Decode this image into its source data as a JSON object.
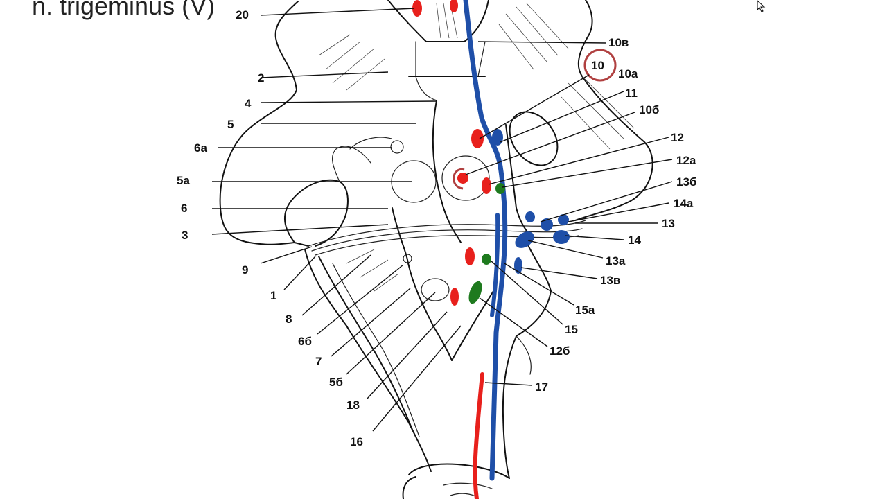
{
  "title": "n. trigeminus (V)",
  "colors": {
    "motor_nucleus_red": "#e8201c",
    "sensory_nucleus_blue": "#1f4fa8",
    "autonomic_nucleus_green": "#1e7a1e",
    "highlight_circle": "#b04040"
  },
  "labels": {
    "l20": "20",
    "l10v": "10в",
    "l10": "10",
    "l10a": "10а",
    "l11": "11",
    "l10b": "10б",
    "l2": "2",
    "l4": "4",
    "l5": "5",
    "l6a": "6а",
    "l5a": "5а",
    "l6": "6",
    "l3": "3",
    "l9": "9",
    "l1": "1",
    "l8": "8",
    "l6b": "6б",
    "l7": "7",
    "l5b": "5б",
    "l18": "18",
    "l16": "16",
    "l12": "12",
    "l12a": "12а",
    "l13b": "13б",
    "l14a": "14а",
    "l13": "13",
    "l14": "14",
    "l13a": "13а",
    "l13v": "13в",
    "l15a": "15а",
    "l15": "15",
    "l12b": "12б",
    "l17": "17"
  }
}
